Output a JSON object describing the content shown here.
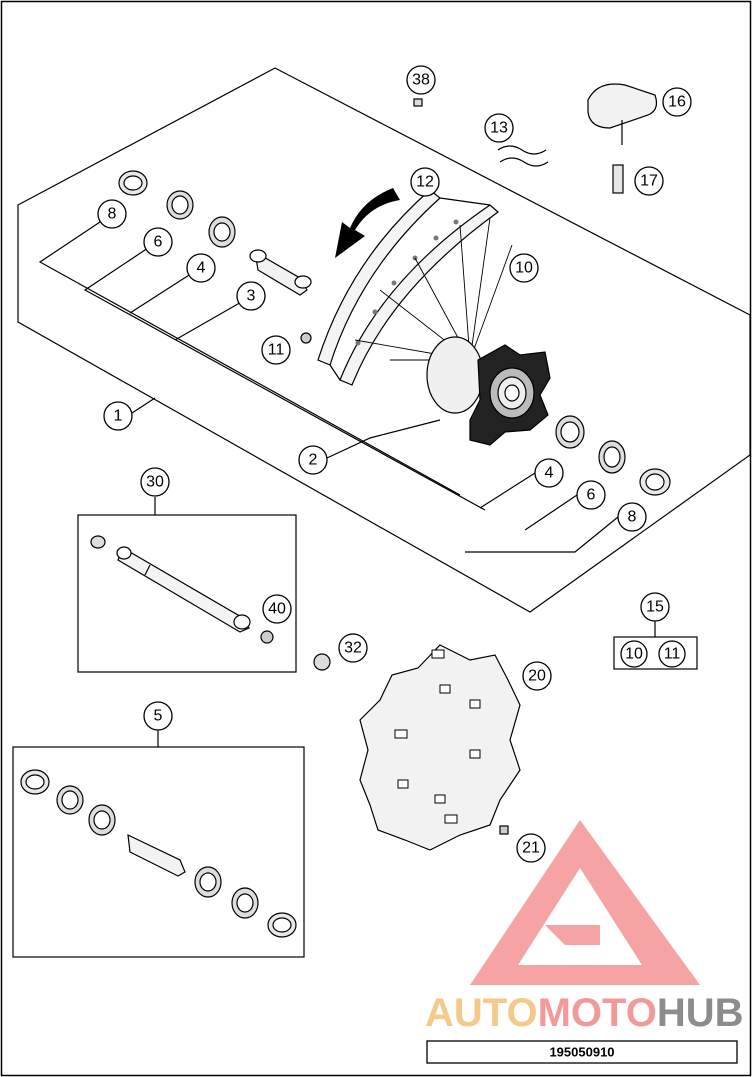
{
  "diagram": {
    "callouts": {
      "c1": "1",
      "c2": "2",
      "c3": "3",
      "c4a": "4",
      "c4b": "4",
      "c5": "5",
      "c6a": "6",
      "c6b": "6",
      "c8a": "8",
      "c8b": "8",
      "c10": "10",
      "c10b": "10",
      "c11": "11",
      "c11b": "11",
      "c12": "12",
      "c13": "13",
      "c15": "15",
      "c16": "16",
      "c17": "17",
      "c20": "20",
      "c21": "21",
      "c30": "30",
      "c32": "32",
      "c38": "38",
      "c40": "40"
    },
    "drawing_number": "195050910"
  },
  "watermark": {
    "part1": "AUTO",
    "part2": "MOTO",
    "part3": "HUB",
    "colors": {
      "auto": "#f5c98a",
      "moto": "#f29a9a",
      "hub": "#8c8c8c",
      "triangle": "#f07878"
    }
  }
}
